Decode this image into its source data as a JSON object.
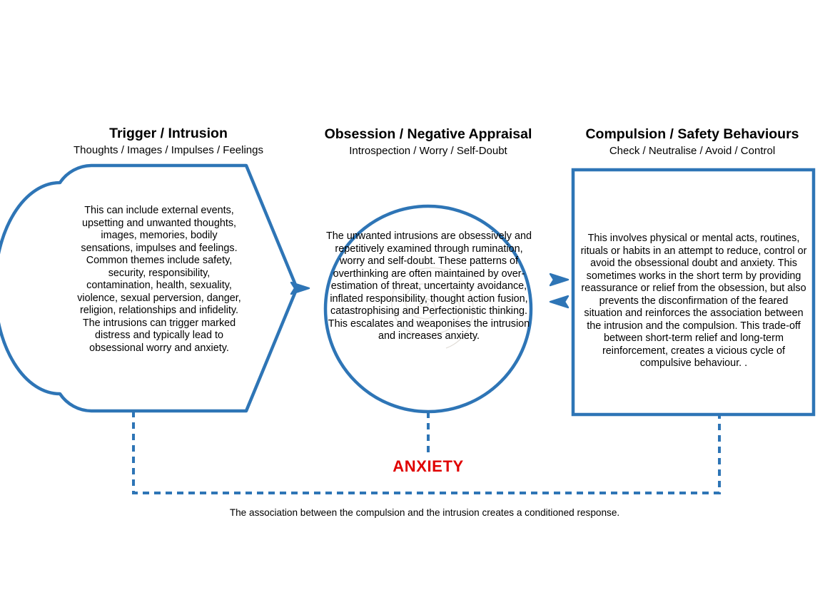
{
  "diagram": {
    "title_colors": {
      "outline_blue": "#2E75B6",
      "anxiety_red": "#E00000",
      "text_black": "#000000",
      "background": "#FFFFFF"
    },
    "columns": [
      {
        "id": "trigger",
        "title": "Trigger / Intrusion",
        "subtitle": "Thoughts / Images / Impulses / Feelings",
        "shape": "rounded-pentagon-arrow",
        "body": "This can include external events, upsetting and unwanted thoughts, images, memories, bodily sensations, impulses and feelings. Common themes include safety, security, responsibility, contamination, health, sexuality, violence, sexual perversion, danger, religion, relationships and infidelity. The intrusions can trigger marked distress and typically lead to obsessional worry and anxiety."
      },
      {
        "id": "obsession",
        "title": "Obsession / Negative Appraisal",
        "subtitle": "Introspection / Worry / Self-Doubt",
        "shape": "circle",
        "body": "The unwanted intrusions are obsessively and repetitively examined through rumination, worry and self-doubt. These patterns of overthinking are often maintained by over-estimation of threat, uncertainty avoidance, inflated responsibility, thought action fusion, catastrophising and Perfectionistic thinking. This escalates and weaponises the intrusion and  increases anxiety."
      },
      {
        "id": "compulsion",
        "title": "Compulsion / Safety Behaviours",
        "subtitle": "Check / Neutralise / Avoid / Control",
        "shape": "rectangle",
        "body": "This involves physical or mental acts, routines, rituals or habits in an attempt to reduce, control or avoid  the obsessional doubt and anxiety. This sometimes works in the short term by providing reassurance or relief from the obsession, but also prevents the disconfirmation of the feared situation and reinforces the association between the intrusion and the compulsion. This trade-off between short-term relief and long-term reinforcement, creates a vicious cycle of compulsive behaviour. ."
      }
    ],
    "connectors": [
      {
        "name": "arrow-trigger-to-obsession",
        "direction": "right"
      },
      {
        "name": "arrow-obsession-to-compulsion",
        "direction": "right"
      },
      {
        "name": "arrow-compulsion-to-obsession",
        "direction": "left"
      },
      {
        "name": "dashed-feedback-loop",
        "direction": "loop"
      },
      {
        "name": "dashed-anxiety-stem",
        "direction": "down"
      }
    ],
    "anxiety_label": "ANXIETY",
    "bottom_caption": "The association between the compulsion and the intrusion creates a conditioned response."
  }
}
